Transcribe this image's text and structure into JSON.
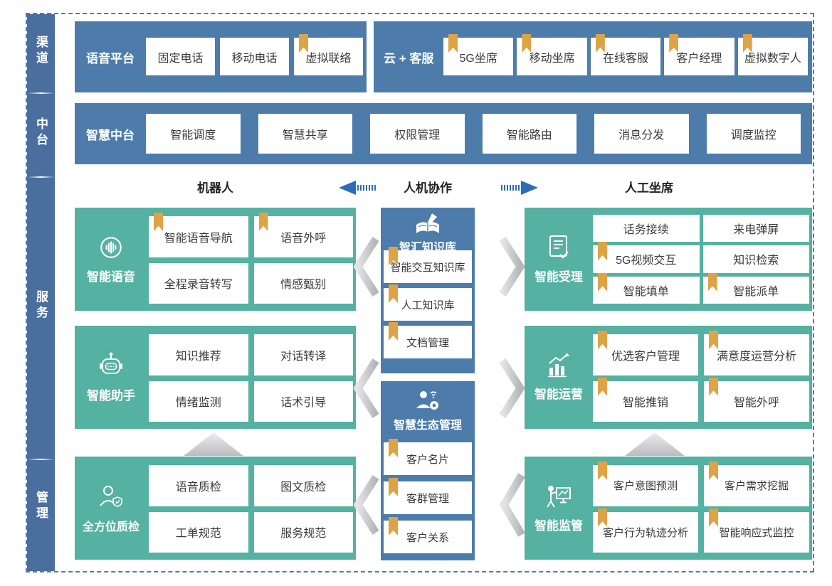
{
  "colors": {
    "panel_blue": "#4d7cab",
    "sidebar_blue": "#4a6f9e",
    "teal": "#55b1a1",
    "bookmark_gold": "#dea345",
    "arrow_blue": "#2e6cb5",
    "gray_arrow": "#c6c6ca",
    "text_dark": "#3a3a3a"
  },
  "sidebar": {
    "labels": [
      "渠道",
      "中台",
      "服务",
      "管理"
    ]
  },
  "channel_row": {
    "voice_panel": {
      "title": "语音平台",
      "items": [
        {
          "label": "固定电话",
          "bookmark": false
        },
        {
          "label": "移动电话",
          "bookmark": false
        },
        {
          "label": "虚拟联络",
          "bookmark": true
        }
      ]
    },
    "cloud_panel": {
      "title": "云 + 客服",
      "items": [
        {
          "label": "5G坐席",
          "bookmark": true
        },
        {
          "label": "移动坐席",
          "bookmark": true
        },
        {
          "label": "在线客服",
          "bookmark": true
        },
        {
          "label": "客户经理",
          "bookmark": true
        },
        {
          "label": "虚拟数字人",
          "bookmark": true
        }
      ]
    }
  },
  "platform_row": {
    "title": "智慧中台",
    "items": [
      {
        "label": "智能调度",
        "bookmark": false
      },
      {
        "label": "智慧共享",
        "bookmark": false
      },
      {
        "label": "权限管理",
        "bookmark": false
      },
      {
        "label": "智能路由",
        "bookmark": false
      },
      {
        "label": "消息分发",
        "bookmark": false
      },
      {
        "label": "调度监控",
        "bookmark": false
      }
    ]
  },
  "collab_header": {
    "left": "机器人",
    "center": "人机协作",
    "right": "人工坐席"
  },
  "service": {
    "left_blocks": [
      {
        "name": "智能语音",
        "icon": "voice-icon",
        "items": [
          {
            "label": "智能语音导航",
            "bookmark": true
          },
          {
            "label": "语音外呼",
            "bookmark": true
          },
          {
            "label": "全程录音转写",
            "bookmark": false
          },
          {
            "label": "情感甄别",
            "bookmark": false
          }
        ]
      },
      {
        "name": "智能助手",
        "icon": "robot-icon",
        "items": [
          {
            "label": "知识推荐",
            "bookmark": false
          },
          {
            "label": "对话转译",
            "bookmark": false
          },
          {
            "label": "情绪监测",
            "bookmark": false
          },
          {
            "label": "话术引导",
            "bookmark": false
          }
        ]
      },
      {
        "name": "全方位质检",
        "icon": "inspector-icon",
        "items": [
          {
            "label": "语音质检",
            "bookmark": false
          },
          {
            "label": "图文质检",
            "bookmark": false
          },
          {
            "label": "工单规范",
            "bookmark": false
          },
          {
            "label": "服务规范",
            "bookmark": false
          }
        ]
      }
    ],
    "middle_blocks": [
      {
        "name": "智汇知识库",
        "icon": "knowledge-book-icon",
        "items": [
          {
            "label": "智能交互知识库",
            "bookmark": true
          },
          {
            "label": "人工知识库",
            "bookmark": true
          },
          {
            "label": "文档管理",
            "bookmark": true
          }
        ]
      },
      {
        "name": "智慧生态管理",
        "icon": "eco-person-icon",
        "items": [
          {
            "label": "客户名片",
            "bookmark": true
          },
          {
            "label": "客群管理",
            "bookmark": true
          },
          {
            "label": "客户关系",
            "bookmark": true
          }
        ]
      }
    ],
    "right_blocks": [
      {
        "name": "智能受理",
        "icon": "document-check-icon",
        "items": [
          {
            "label": "话务接续",
            "bookmark": false
          },
          {
            "label": "来电弹屏",
            "bookmark": false
          },
          {
            "label": "5G视频交互",
            "bookmark": true
          },
          {
            "label": "知识检索",
            "bookmark": false
          },
          {
            "label": "智能填单",
            "bookmark": true
          },
          {
            "label": "智能派单",
            "bookmark": true
          }
        ]
      },
      {
        "name": "智能运营",
        "icon": "chart-icon",
        "items": [
          {
            "label": "优选客户管理",
            "bookmark": true
          },
          {
            "label": "满意度运营分析",
            "bookmark": true
          },
          {
            "label": "智能推销",
            "bookmark": true
          },
          {
            "label": "智能外呼",
            "bookmark": true
          }
        ]
      },
      {
        "name": "智能监管",
        "icon": "monitor-person-icon",
        "items": [
          {
            "label": "客户意图预测",
            "bookmark": true
          },
          {
            "label": "客户需求挖掘",
            "bookmark": true
          },
          {
            "label": "客户行为轨迹分析",
            "bookmark": true
          },
          {
            "label": "智能响应式监控",
            "bookmark": true
          }
        ]
      }
    ]
  },
  "icons": [
    "voice-icon",
    "robot-icon",
    "inspector-icon",
    "knowledge-book-icon",
    "eco-person-icon",
    "document-check-icon",
    "chart-icon",
    "monitor-person-icon",
    "bookmark-icon",
    "collab-arrow-left-icon",
    "collab-arrow-right-icon",
    "flow-chevron-icon",
    "flow-up-arrow-icon"
  ]
}
